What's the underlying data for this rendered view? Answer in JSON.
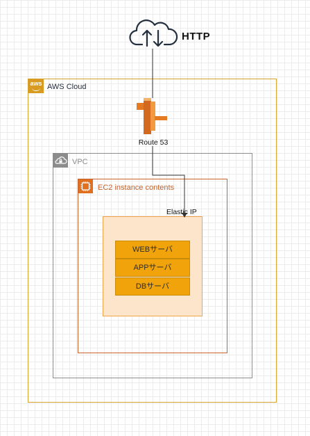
{
  "http": {
    "label": "HTTP",
    "icon": "cloud-upload-download-icon"
  },
  "aws_cloud": {
    "label": "AWS Cloud",
    "logo_text": "aws",
    "border_color": "#d6a02a"
  },
  "route53": {
    "label": "Route 53",
    "icon": "route53-icon"
  },
  "vpc": {
    "label": "VPC",
    "icon": "vpc-cloud-lock-icon",
    "border_color": "#8c8c8c"
  },
  "ec2": {
    "label": "EC2 instance contents",
    "icon": "ec2-chip-icon",
    "border_color": "#c7622b"
  },
  "elastic_ip": {
    "label": "Elastic IP"
  },
  "servers": [
    {
      "label": "WEBサーバ"
    },
    {
      "label": "APPサーバ"
    },
    {
      "label": "DBサーバ"
    }
  ]
}
